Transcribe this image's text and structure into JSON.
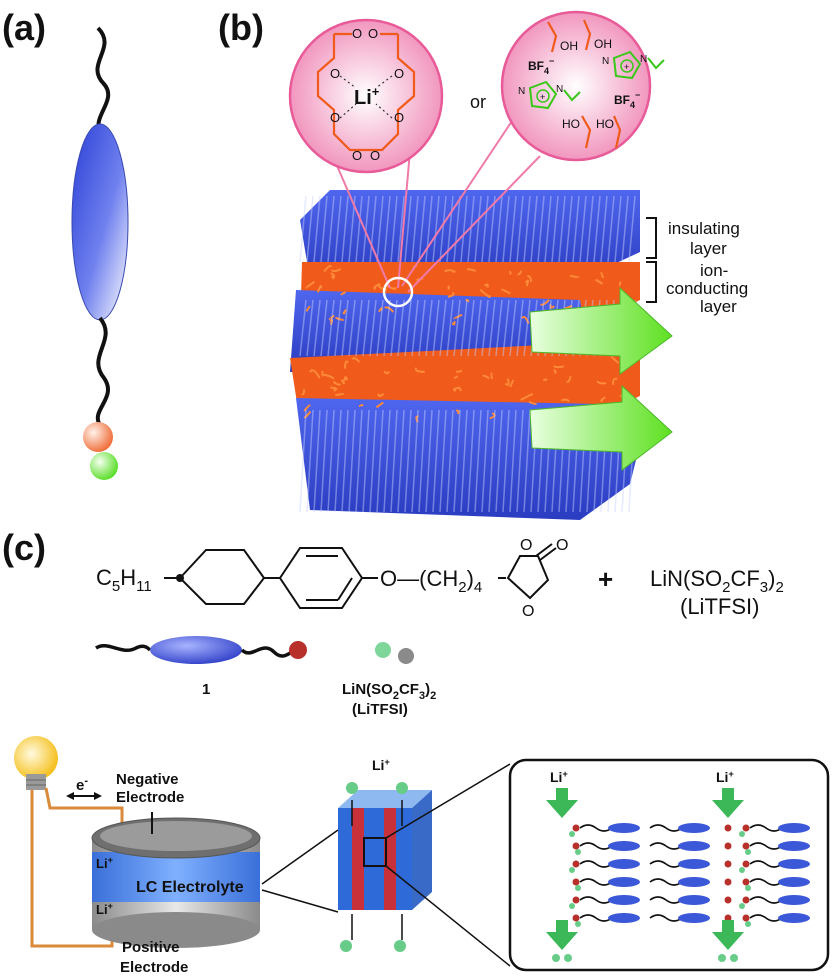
{
  "panels": {
    "a": "(a)",
    "b": "(b)",
    "c": "(c)"
  },
  "bubble1": {
    "ion": "Li",
    "charge": "+",
    "atom": "O"
  },
  "bubble2": {
    "or": "or",
    "oh": "OH",
    "ho": "HO",
    "bf": "BF",
    "bf_sub": "4",
    "bf_sup": "−",
    "n": "N",
    "plus": "+"
  },
  "layers": {
    "insulating": [
      "insulating",
      "layer"
    ],
    "conducting": [
      "ion-",
      "conducting",
      "layer"
    ]
  },
  "formula": {
    "alkyl": "C",
    "alkyl_sub": "5",
    "alkyl_h": "H",
    "alkyl_h_sub": "11",
    "linker": "O—(CH",
    "linker_sub": "2",
    "linker_end": ")",
    "linker_n": "4",
    "ring_o": "O",
    "carbonyl_o": "O",
    "plus": "+",
    "salt": "LiN(SO",
    "salt_sub": "2",
    "salt_end": "CF",
    "salt_sub2": "3",
    "salt_close": ")",
    "salt_sub3": "2",
    "salt_abbr": "(LiTFSI)"
  },
  "legend": {
    "compound_number": "1",
    "salt": "LiN(SO",
    "salt_sub": "2",
    "salt_mid": "CF",
    "salt_sub2": "3",
    "salt_close": ")",
    "salt_sub3": "2",
    "salt_abbr": "(LiTFSI)"
  },
  "battery": {
    "electron": "e",
    "electron_sup": "-",
    "negative": [
      "Negative",
      "Electrode"
    ],
    "positive": [
      "Positive",
      "Electrode"
    ],
    "electrolyte": "LC Electrolyte",
    "li": "Li",
    "li_sup": "+"
  },
  "colors": {
    "mesogen_blue": "#3f55e0",
    "chain_orange": "#f05a1a",
    "arrow_green": "#6ee62a",
    "bubble_pink": "#f7a8c8",
    "electrode_red": "#c8303a",
    "ion_green": "#66cc88",
    "wire_orange": "#d98a3a"
  }
}
